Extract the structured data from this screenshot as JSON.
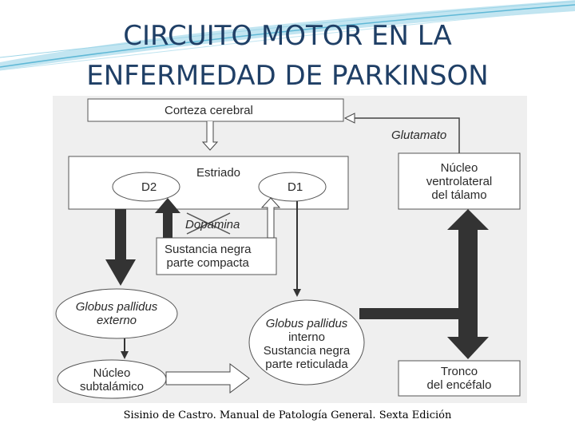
{
  "title": {
    "line1": "CIRCUITO MOTOR EN LA",
    "line2": "ENFERMEDAD DE PARKINSON"
  },
  "diagram": {
    "nodes": {
      "corteza": "Corteza cerebral",
      "estriado": "Estriado",
      "d2": "D2",
      "d1": "D1",
      "dopamina": "Dopamina",
      "sustancia_compacta_1": "Sustancia negra",
      "sustancia_compacta_2": "parte compacta",
      "nucleo_talamo_1": "Núcleo",
      "nucleo_talamo_2": "ventrolateral",
      "nucleo_talamo_3": "del tálamo",
      "globus_externo_1": "Globus pallidus",
      "globus_externo_2": "externo",
      "globus_interno_1": "Globus pallidus",
      "globus_interno_2": "interno",
      "globus_interno_3": "Sustancia negra",
      "globus_interno_4": "parte reticulada",
      "subtalamico_1": "Núcleo",
      "subtalamico_2": "subtalámico",
      "tronco_1": "Tronco",
      "tronco_2": "del encéfalo"
    },
    "edge_labels": {
      "glutamato": "Glutamato"
    }
  },
  "caption": "Sisinio de Castro. Manual de Patología General. Sexta Edición",
  "colors": {
    "title": "#1f3f66",
    "swoosh": "#5fb8d6",
    "diagram_bg": "#efefef",
    "ink": "#333333"
  }
}
